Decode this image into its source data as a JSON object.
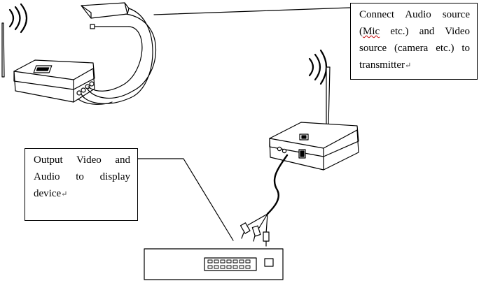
{
  "callouts": {
    "transmitter": {
      "prefix": "Connect Audio source (",
      "mic": "Mic",
      "suffix": " etc.) and Video source (camera etc.) to transmitter",
      "mark": "↵"
    },
    "output": {
      "text": "Output Video and Audio to display device",
      "mark": "↵"
    }
  },
  "colors": {
    "stroke": "#000000",
    "fill": "#ffffff",
    "spell_underline": "#c00000"
  },
  "icons": [
    "wireless-signal-icon",
    "antenna-icon",
    "rca-plug-icon"
  ]
}
